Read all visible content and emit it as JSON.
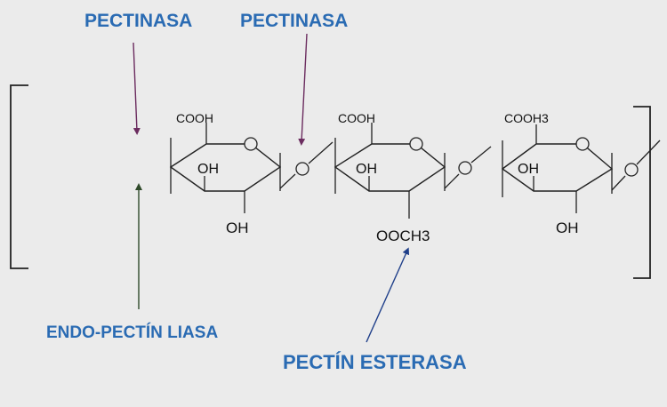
{
  "colors": {
    "enzyme_label": "#2a6bb3",
    "pectinase_arrow": "#6b2c5f",
    "lyase_arrow": "#2f4a2a",
    "esterase_arrow": "#1f3f8a",
    "structure": "#222222",
    "background": "#ebebeb"
  },
  "labels": {
    "pectinasa_left": "PECTINASA",
    "pectinasa_right": "PECTINASA",
    "endo_pectin_liasa": "ENDO-PECTÍN LIASA",
    "pectin_esterasa": "PECTÍN ESTERASA"
  },
  "structure": {
    "rings": [
      {
        "top_group": "COOH",
        "inner_group": "OH",
        "bottom_group": "OH"
      },
      {
        "top_group": "COOH",
        "inner_group": "OH",
        "bottom_group": "OOCH3"
      },
      {
        "top_group": "COOH3",
        "inner_group": "OH",
        "bottom_group": "OH"
      }
    ]
  }
}
